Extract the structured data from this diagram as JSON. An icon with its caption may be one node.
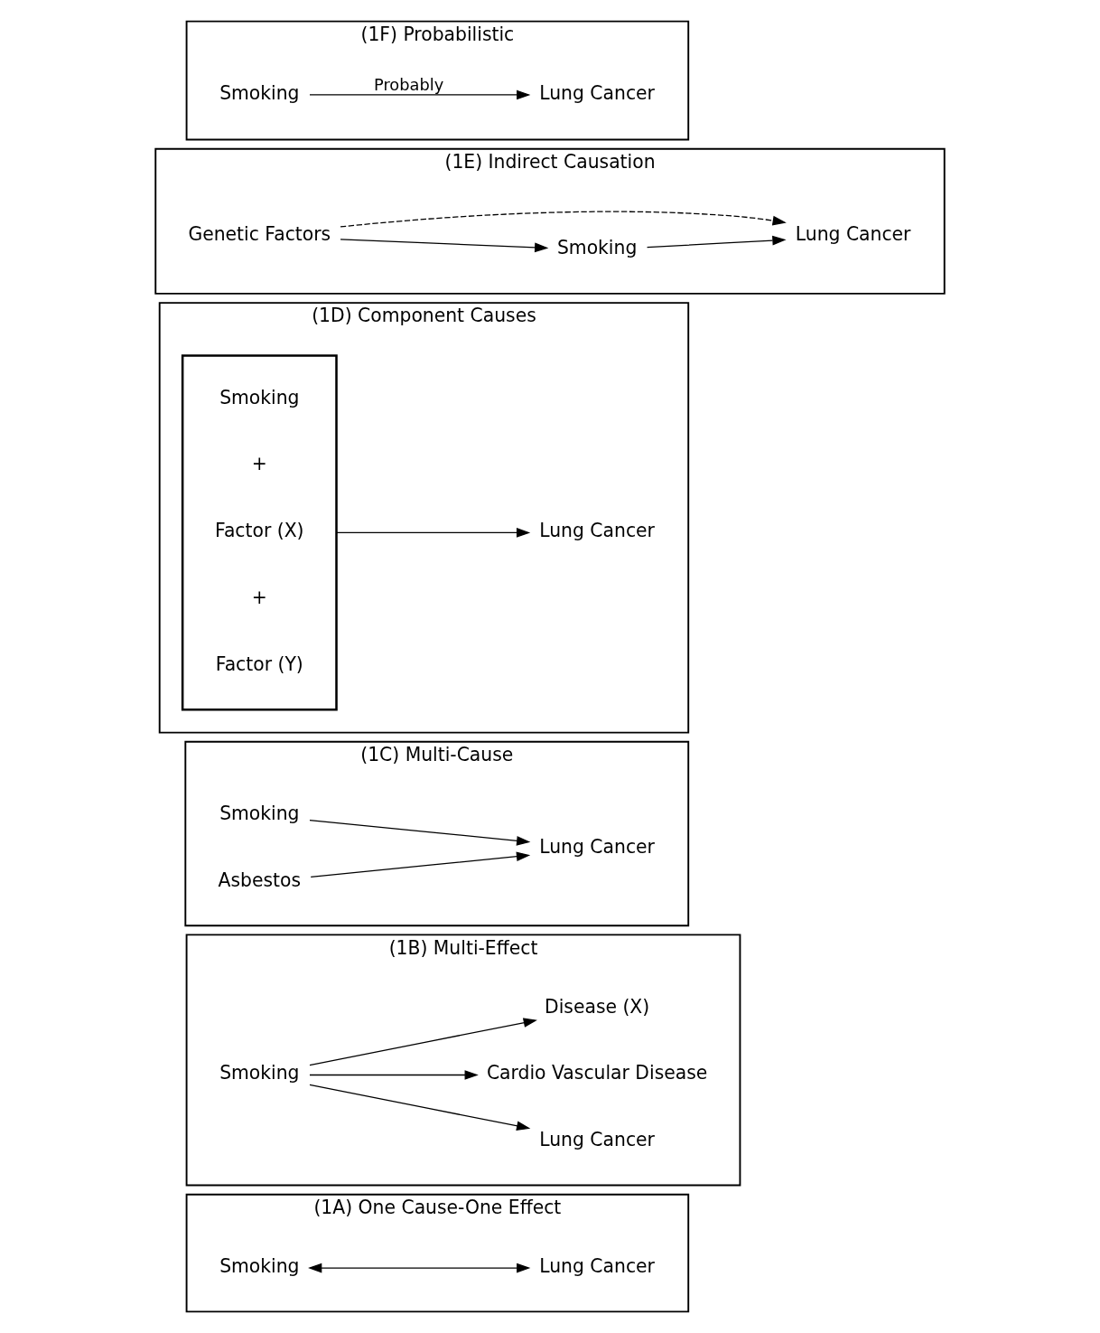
{
  "diagram": {
    "nodes": [
      {
        "text": [
          "(1A) One Cause-One Effect"
        ]
      },
      {
        "text": [
          "Smoking"
        ],
        "in": 0
      },
      {
        "text": [
          "Lung Cancer"
        ],
        "in": 0
      },
      {
        "text": [
          "(1B) Multi-Effect"
        ]
      },
      {
        "text": [
          "Smoking"
        ],
        "in": 3
      },
      {
        "text": [
          "Lung Cancer"
        ],
        "in": 3
      },
      {
        "text": [
          "Cardio Vascular Disease"
        ],
        "in": 3
      },
      {
        "text": [
          "Disease (X)"
        ],
        "in": 3
      },
      {
        "text": [
          "(1C) Multi-Cause"
        ]
      },
      {
        "text": [
          "Smoking"
        ],
        "in": 8
      },
      {
        "text": [
          "Lung Cancer"
        ],
        "in": 8
      },
      {
        "text": [
          "Asbestos"
        ],
        "in": 8
      },
      {
        "text": [
          "(1D) Component Causes"
        ]
      },
      {
        "text": [],
        "shape": "bracket",
        "in": 12
      },
      {
        "text": [
          "Smoking"
        ],
        "in": 13
      },
      {
        "text": [
          "+"
        ],
        "in": 13
      },
      {
        "text": [
          "Factor (X)"
        ],
        "in": 13
      },
      {
        "text": [
          "+"
        ],
        "in": 13
      },
      {
        "text": [
          "Factor (Y)"
        ],
        "in": 13
      },
      {
        "text": [
          "Lung Cancer"
        ],
        "in": 12
      },
      {
        "text": [
          "(1E) Indirect Causation"
        ]
      },
      {
        "text": [
          "Smoking"
        ],
        "in": 20
      },
      {
        "text": [
          "Genetic Factors"
        ],
        "in": 20
      },
      {
        "text": [
          "Lung Cancer"
        ],
        "in": 20
      },
      {
        "text": [
          "(1F) Probabilistic"
        ]
      },
      {
        "text": [
          "Smoking"
        ],
        "in": 24
      },
      {
        "text": [
          "Lung Cancer"
        ],
        "in": 24
      }
    ],
    "edges": [
      {
        "from": 1,
        "to": 2,
        "arrow": "both"
      },
      {
        "from": 4,
        "to": 5,
        "arrow": "to"
      },
      {
        "from": 4,
        "to": 6,
        "arrow": "to"
      },
      {
        "from": 4,
        "to": 7,
        "arrow": "to"
      },
      {
        "from": 9,
        "to": 10,
        "arrow": "to"
      },
      {
        "from": 11,
        "to": 10,
        "arrow": "to"
      },
      {
        "from": 13,
        "to": 19,
        "arrow": "to"
      },
      {
        "from": 22,
        "to": 21,
        "arrow": "to"
      },
      {
        "from": 21,
        "to": 23,
        "arrow": "to"
      },
      {
        "from": 22,
        "to": 23,
        "arrow": "to",
        "style": "dashed"
      },
      {
        "from": 25,
        "to": 26,
        "arrow": "to",
        "label": "Probably"
      }
    ]
  }
}
